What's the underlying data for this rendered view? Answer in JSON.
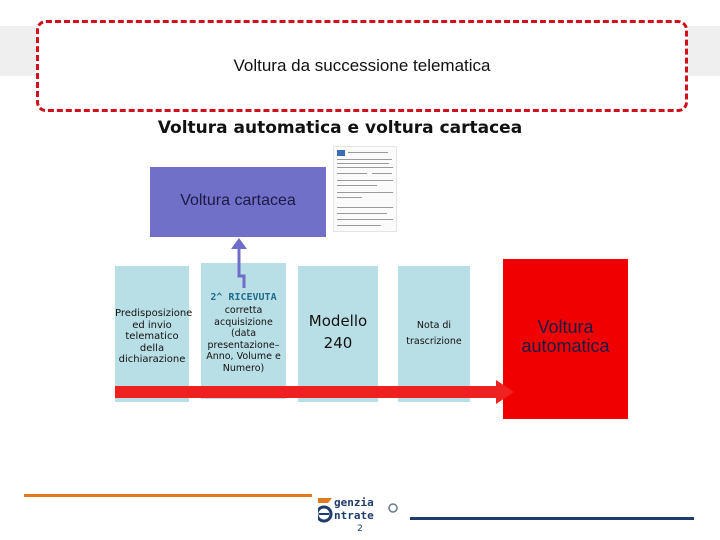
{
  "slide": {
    "title": "Voltura da successione telematica",
    "subtitle": "Voltura automatica e voltura cartacea"
  },
  "diagram": {
    "paper_box_label": "Voltura cartacea",
    "stages": [
      {
        "label": "Predisposizione ed invio telematico della dichiarazione"
      },
      {
        "heading": "2^ RICEVUTA",
        "label": "corretta acquisizione (data presentazione– Anno, Volume e Numero)"
      },
      {
        "label_line1": "Modello",
        "label_line2": "240"
      },
      {
        "label_line1": "Nota di",
        "label_line2": "trascrizione"
      }
    ],
    "automatic_box_label_line1": "Voltura",
    "automatic_box_label_line2": "automatica"
  },
  "footer": {
    "brand_line1": "genzia",
    "brand_line2": "ntrate",
    "page_number": "2"
  },
  "colors": {
    "title_border": "#d0101a",
    "paper_box": "#7070c8",
    "stage_fill": "#b9dfe6",
    "automatic_box": "#f10000",
    "arrow_fill": "#ef2020",
    "footer_orange": "#e07a1e",
    "footer_navy": "#1f3d6b"
  }
}
